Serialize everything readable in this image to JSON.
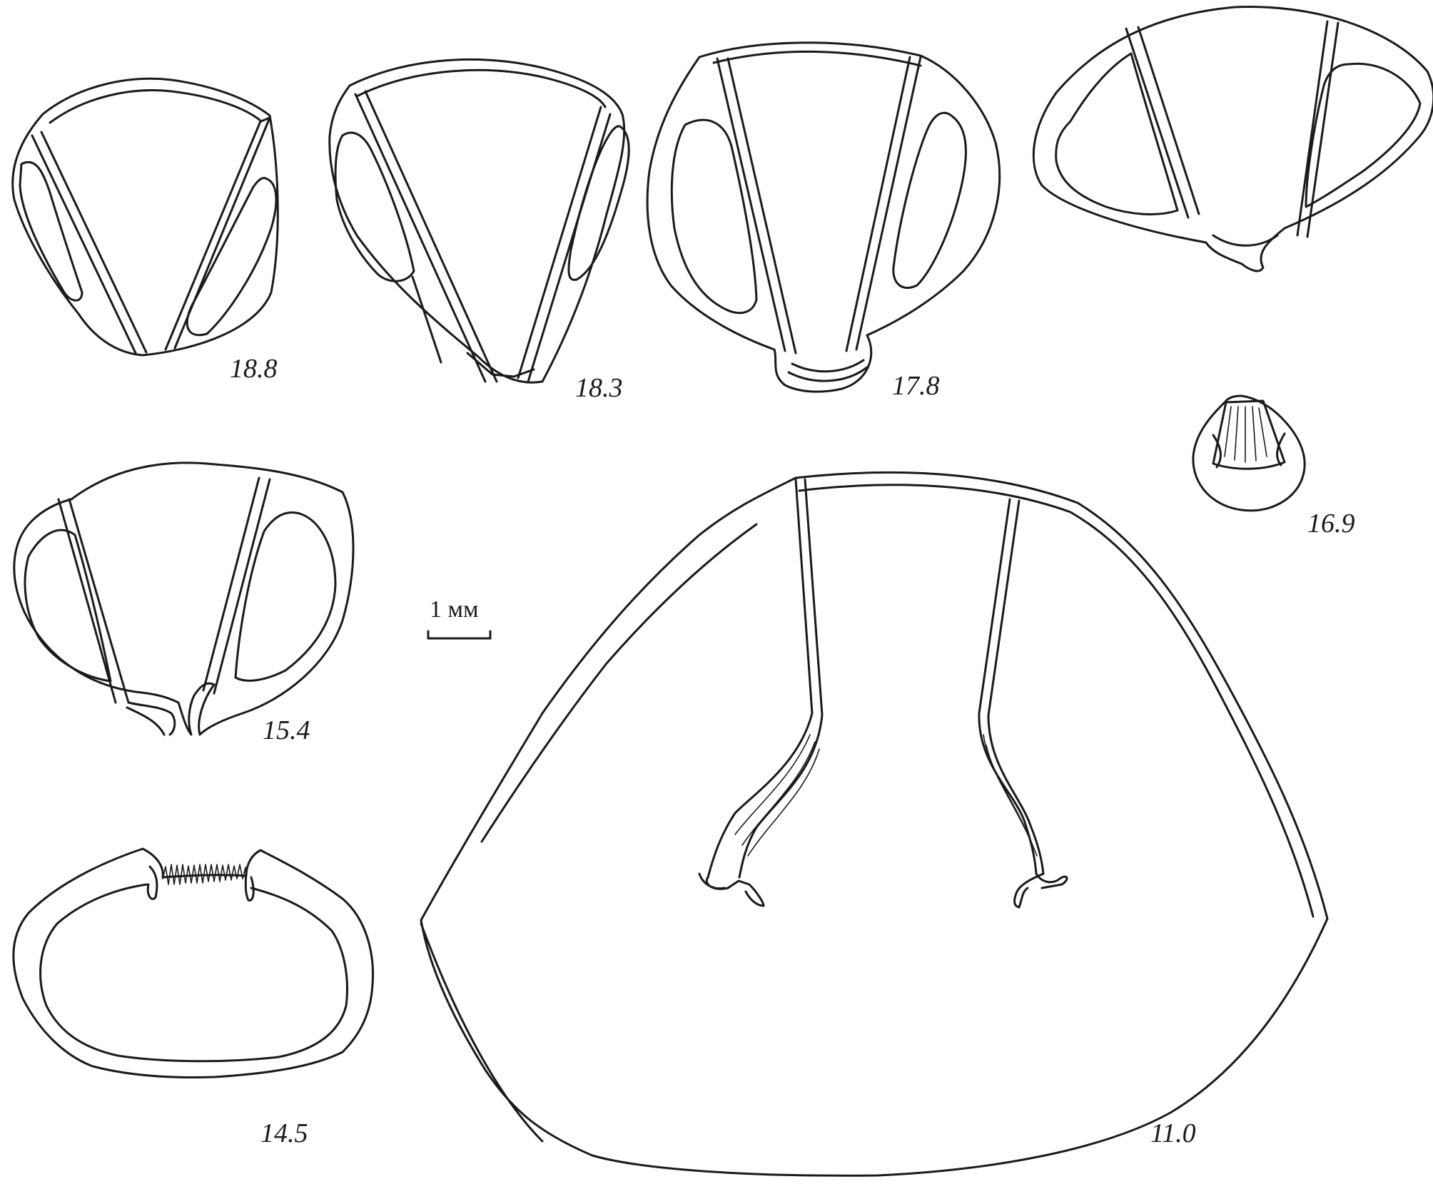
{
  "figure": {
    "specimen_labels": [
      "18.8",
      "18.3",
      "17.8",
      "16.9",
      "15.4",
      "14.5",
      "11.0"
    ],
    "scale_bar_label": "1 мм"
  }
}
